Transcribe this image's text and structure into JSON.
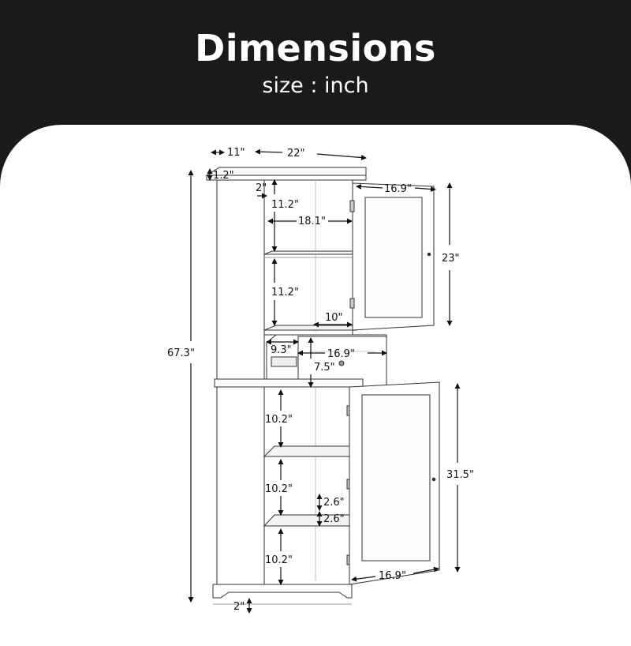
{
  "header": {
    "title": "Dimensions",
    "subtitle": "size : inch"
  },
  "dimensions": {
    "top_depth": "11\"",
    "top_width": "22\"",
    "top_thickness": "1.2\"",
    "side_inset": "2\"",
    "upper_shelf_1": "11.2\"",
    "upper_inner_width": "18.1\"",
    "upper_shelf_2": "11.2\"",
    "upper_door_width": "16.9\"",
    "upper_door_height": "23\"",
    "drawer_depth_top": "10\"",
    "drawer_depth": "9.3\"",
    "drawer_width": "16.9\"",
    "drawer_height": "7.5\"",
    "overall_height": "67.3\"",
    "lower_shelf_1": "10.2\"",
    "lower_shelf_2": "10.2\"",
    "lower_shelf_3": "10.2\"",
    "hole_spacing_1": "2.6\"",
    "hole_spacing_2": "2.6\"",
    "lower_door_height": "31.5\"",
    "lower_door_width": "16.9\"",
    "base_height": "2\""
  }
}
